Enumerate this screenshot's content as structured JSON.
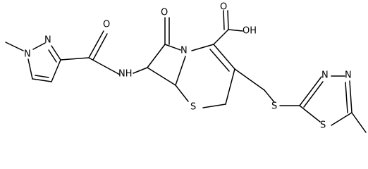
{
  "molecule": {
    "atom_labels": {
      "methyl_n": "N",
      "pyrazole_n": "N",
      "carbonyl_o": "O",
      "amide_nh": "NH",
      "lactam_o": "O",
      "lactam_n": "N",
      "acid_oh": "OH",
      "acid_o": "O",
      "ring_s": "S",
      "thioether_s": "S",
      "thiadiazole_s": "S",
      "thiadiazole_n1": "N",
      "thiadiazole_n2": "N"
    }
  }
}
